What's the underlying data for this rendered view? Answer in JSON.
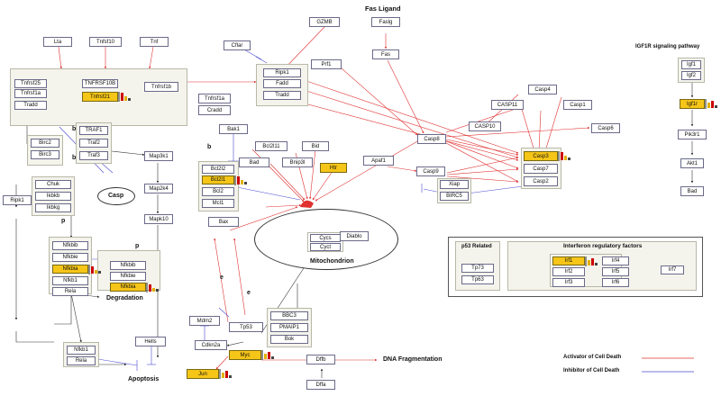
{
  "titles": {
    "fas_ligand": "Fas Ligand",
    "igf1r": "IGF1R signaling pathway",
    "p53_related": "p53 Related",
    "irf": "Interferon regulatory factors",
    "mitochondrion": "Mitochondrion",
    "degradation": "Degradation",
    "apoptosis": "Apoptosis",
    "dna_fragmentation": "DNA Fragmentation",
    "casp": "Casp"
  },
  "legend": {
    "activator": "Activator of Cell Death",
    "inhibitor": "Inhibitor of Cell Death",
    "activator_color": "#e03030",
    "inhibitor_color": "#4a4ad0"
  },
  "letters": {
    "b1": "b",
    "b2": "b",
    "b3": "b",
    "p1": "p",
    "p2": "p",
    "e1": "e",
    "e2": "e"
  },
  "colors": {
    "highlight": "#f5c518"
  },
  "genes": {
    "lta": "Lta",
    "tnfsf10": "Tnfsf10",
    "tnf": "Tnf",
    "gzmb": "GZMB",
    "faslg": "Faslg",
    "cflar": "Cflar",
    "prf1": "Prf1",
    "fas": "Fas",
    "tnfrsf25": "Tnfrsf25",
    "tnfrsf1a": "Tnfrsf1a",
    "tradd": "Tradd",
    "tnfrsf10b": "TNFRSF10B",
    "tnfrsf21": "Tnfrsf21",
    "tnfrsf1b": "Tnfrsf1b",
    "ripk1_top": "Ripk1",
    "fadd": "Fadd",
    "tradd2": "Tradd",
    "tnfrsf1a2": "Tnfrsf1a",
    "cradd": "Cradd",
    "casp4": "Casp4",
    "casp11": "CASP11",
    "casp1": "Casp1",
    "casp10": "CASP10",
    "casp6": "Casp6",
    "casp8": "Casp8",
    "casp3": "Casp3",
    "casp7": "Casp7",
    "casp2": "Casp2",
    "casp9": "Casp9",
    "birc2": "Birc2",
    "birc3": "Birc3",
    "traf1": "TRAF1",
    "traf2": "Traf2",
    "traf3": "Traf3",
    "map3k1": "Map3k1",
    "map2k4": "Map2k4",
    "mapk10": "Mapk10",
    "bak1": "Bak1",
    "bcl2l2": "Bcl2l2",
    "bcl2l1": "Bcl2l1",
    "bcl2": "Bcl2",
    "mcl1": "Mcl1",
    "bcl2l11": "Bcl2l11",
    "bid": "Bid",
    "bad": "Bad",
    "bnip3l": "Bnip3l",
    "htr": "Htr",
    "apaf1": "Apaf1",
    "xiap": "Xiap",
    "birc5": "BIRC5",
    "diablo": "Diablo",
    "bax": "Bax",
    "cycs": "Cycs",
    "cyct": "Cyct",
    "ripk1": "Ripk1",
    "chuk": "Chuk",
    "ikbkb": "Ikbkb",
    "ikbkg": "Ikbkg",
    "nfkbib": "Nfkbib",
    "nfkbie": "Nfkbie",
    "nfkbia": "Nfkbia",
    "nfkb1": "Nfkb1",
    "rela": "Rela",
    "nfkbib2": "Nfkbib",
    "nfkbie2": "Nfkbie",
    "nfkbia2": "Nfkbia",
    "nfkb1_2": "Nfkb1",
    "rela2": "Rela",
    "hells": "Hells",
    "mdm2": "Mdm2",
    "tp53": "Tp53",
    "cdkn2a": "Cdkn2a",
    "myc": "Myc",
    "jun": "Jun",
    "bbc3": "BBC3",
    "pmaip1": "PMAIP1",
    "bok": "Bok",
    "dffb": "Dffb",
    "dffa": "Dffa",
    "igf1": "Igf1",
    "igf2": "Igf2",
    "igf1r": "Igf1r",
    "pik3r1": "Pik3r1",
    "akt1": "Akt1",
    "bad2": "Bad",
    "tp73": "Tp73",
    "tp63": "Tp63",
    "irf1": "Irf1",
    "irf2": "Irf2",
    "irf3": "Irf3",
    "irf4": "Irf4",
    "irf5": "Irf5",
    "irf6": "Irf6",
    "irf7": "Irf7"
  }
}
